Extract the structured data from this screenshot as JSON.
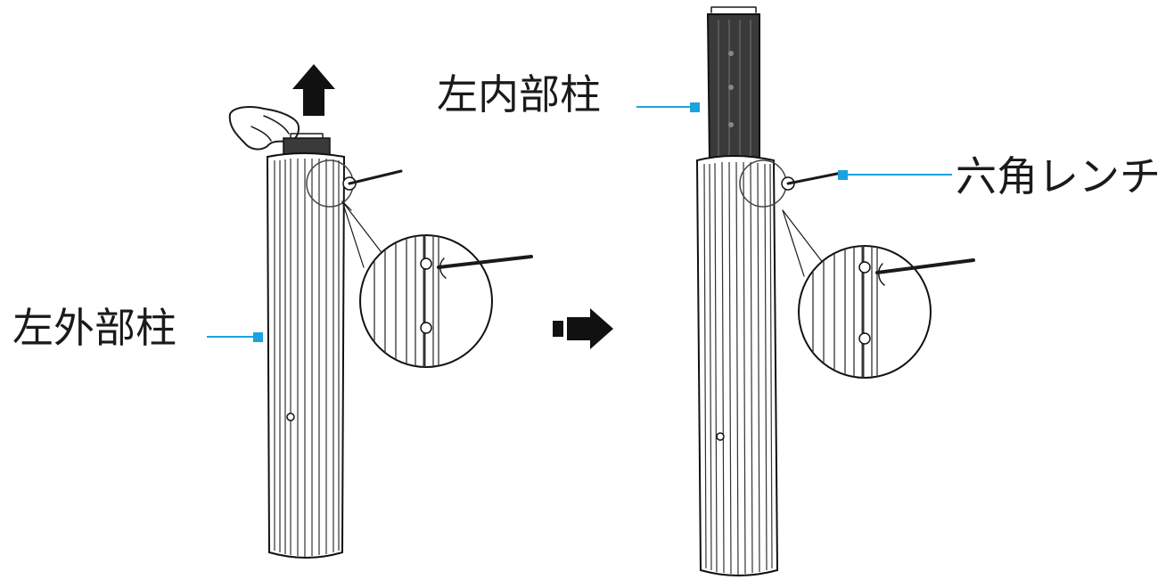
{
  "labels": {
    "left_outer_post": "左外部柱",
    "left_inner_post": "左内部柱",
    "hex_wrench": "六角レンチ"
  },
  "colors": {
    "leader": "#1aa3e0",
    "ink": "#1a1a1a",
    "inner_post_fill": "#3a3a3a"
  },
  "icons": {
    "up_arrow": "arrow-up-icon",
    "next_arrow": "arrow-right-icon",
    "hand": "hand-icon"
  }
}
